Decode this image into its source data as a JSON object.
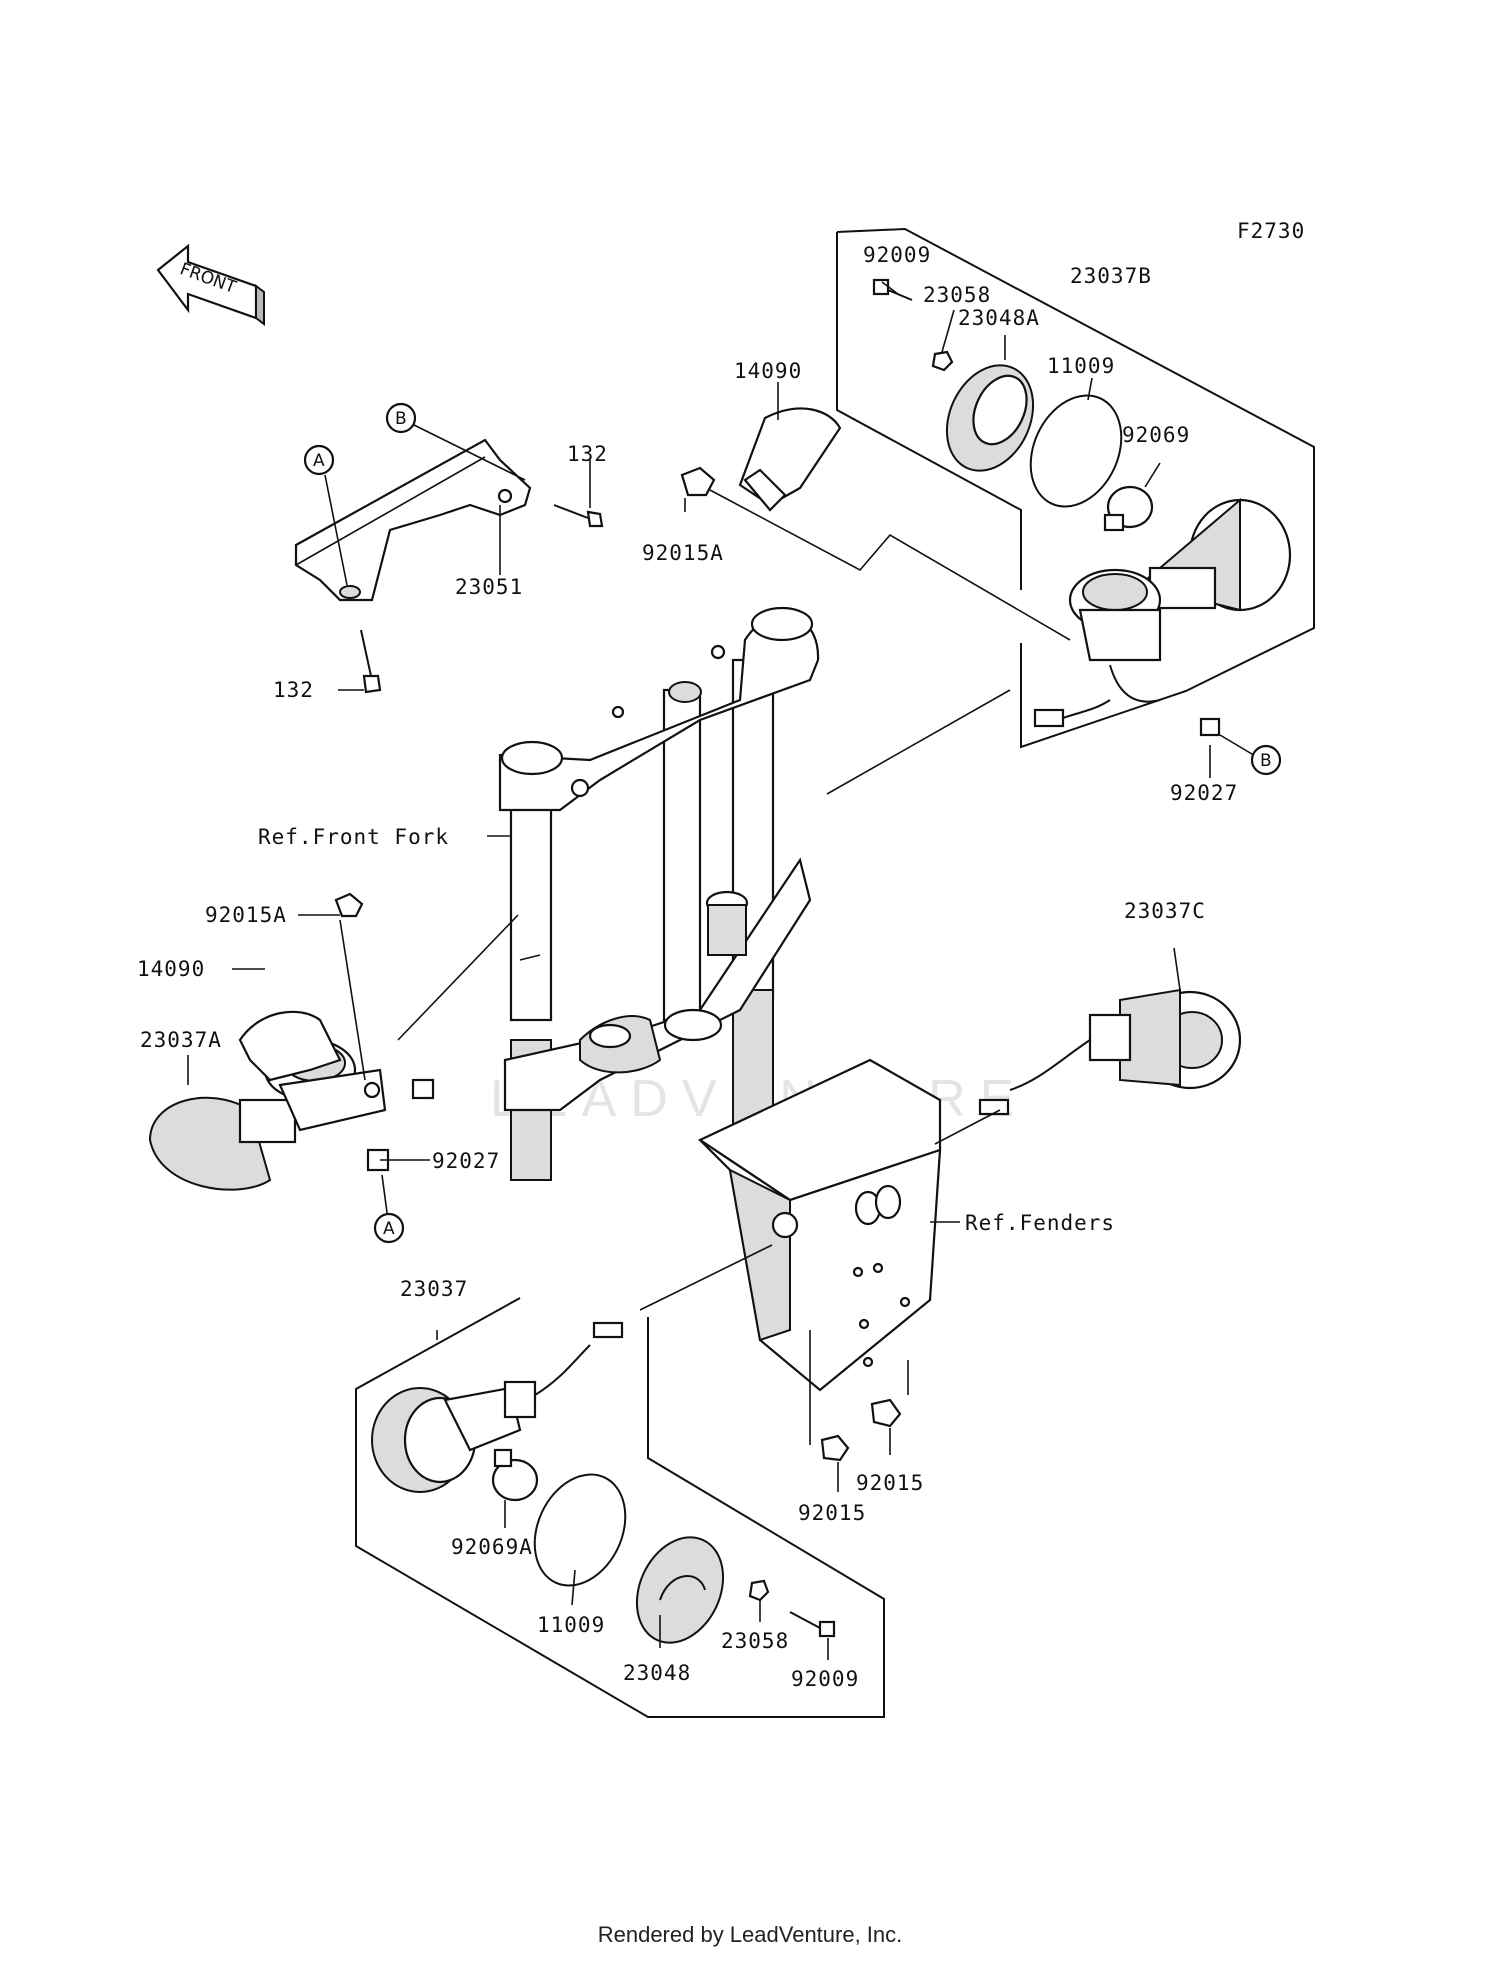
{
  "figure_code": "F2730",
  "front_arrow_text": "FRONT",
  "watermark": "LEADVENTURE",
  "footer": "Rendered by LeadVenture, Inc.",
  "reference_labels": {
    "front_fork": "Ref.Front Fork",
    "fenders": "Ref.Fenders"
  },
  "callouts": {
    "a_top": "A",
    "a_bottom": "A",
    "b_top": "B",
    "b_right": "B"
  },
  "parts": {
    "p92009_top": "92009",
    "p23058_top": "23058",
    "p23048A": "23048A",
    "p23037B": "23037B",
    "p11009_top": "11009",
    "p92069": "92069",
    "p14090_top": "14090",
    "p92015A_top": "92015A",
    "p132_right": "132",
    "p23051": "23051",
    "p132_left": "132",
    "p92027_right": "92027",
    "p92015A_left": "92015A",
    "p14090_left": "14090",
    "p23037A": "23037A",
    "p92027_left": "92027",
    "p23037C": "23037C",
    "p23037": "23037",
    "p92069A": "92069A",
    "p11009_bottom": "11009",
    "p23048": "23048",
    "p23058_bottom": "23058",
    "p92009_bottom": "92009",
    "p92015_right": "92015",
    "p92015_left": "92015"
  }
}
